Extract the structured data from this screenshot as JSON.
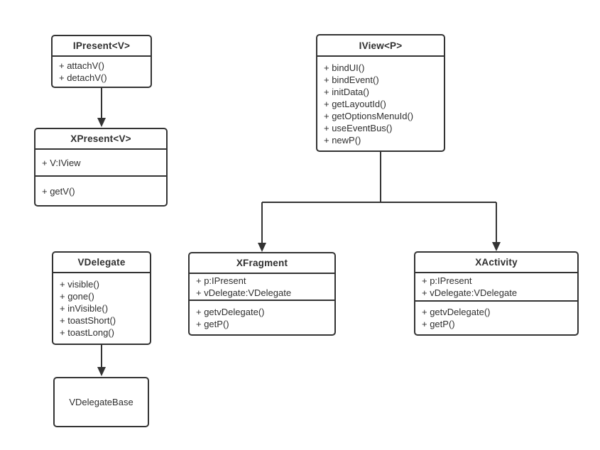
{
  "classes": [
    {
      "name": "IPresent<V>",
      "fields": [],
      "methods": [
        "+ attachV()",
        "+ detachV()"
      ]
    },
    {
      "name": "XPresent<V>",
      "fields": [
        "+ V:IView"
      ],
      "methods": [
        "+ getV()"
      ]
    },
    {
      "name": "IView<P>",
      "fields": [],
      "methods": [
        "+ bindUI()",
        "+ bindEvent()",
        "+ initData()",
        "+ getLayoutId()",
        "+ getOptionsMenuId()",
        "+ useEventBus()",
        "+ newP()"
      ]
    },
    {
      "name": "VDelegate",
      "fields": [],
      "methods": [
        "+ visible()",
        "+ gone()",
        "+ inVisible()",
        "+ toastShort()",
        "+ toastLong()"
      ]
    },
    {
      "name": "VDelegateBase",
      "fields": [],
      "methods": []
    },
    {
      "name": "XFragment",
      "fields": [
        "+ p:IPresent",
        "+ vDelegate:VDelegate"
      ],
      "methods": [
        "+ getvDelegate()",
        "+ getP()"
      ]
    },
    {
      "name": "XActivity",
      "fields": [
        "+ p:IPresent",
        "+ vDelegate:VDelegate"
      ],
      "methods": [
        "+ getvDelegate()",
        "+ getP()"
      ]
    }
  ],
  "relations": [
    {
      "from": "IPresent<V>",
      "to": "XPresent<V>",
      "type": "generalization"
    },
    {
      "from": "IView<P>",
      "to": "XFragment",
      "type": "generalization"
    },
    {
      "from": "IView<P>",
      "to": "XActivity",
      "type": "generalization"
    },
    {
      "from": "VDelegate",
      "to": "VDelegateBase",
      "type": "generalization"
    }
  ],
  "colors": {
    "line": "#333333",
    "text": "#2f2f2f",
    "box_fill": "#ffffff",
    "background": "#ffffff"
  }
}
